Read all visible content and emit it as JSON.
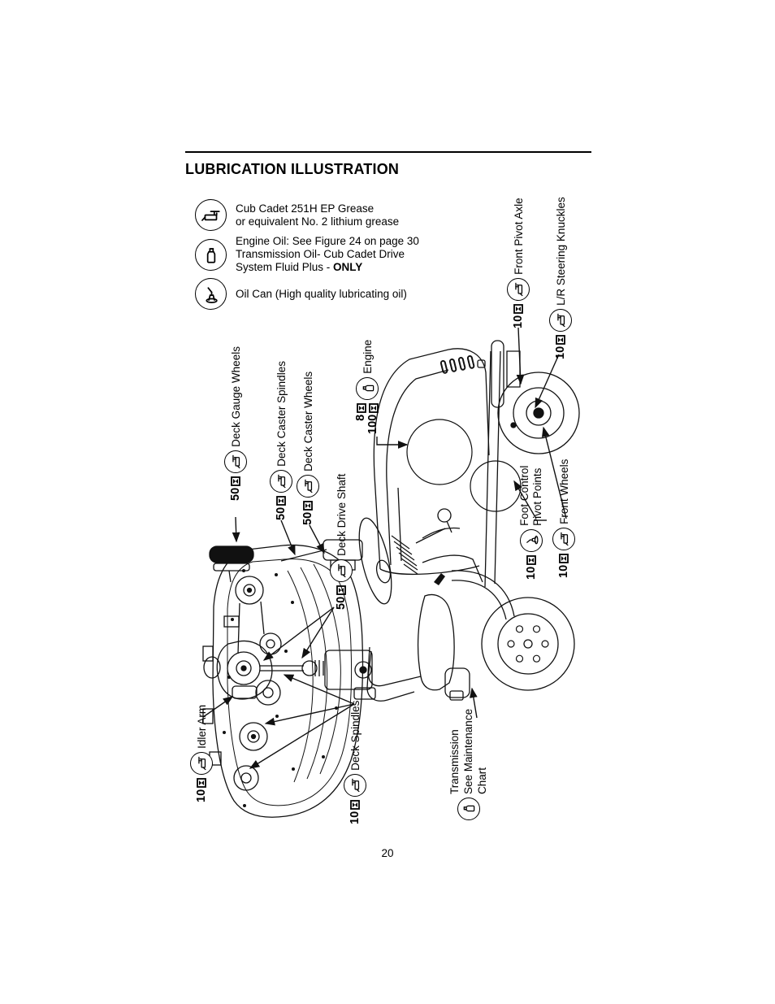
{
  "document": {
    "title": "LUBRICATION ILLUSTRATION",
    "page_number": "20"
  },
  "colors": {
    "ink": "#000000",
    "paper": "#ffffff"
  },
  "legend": {
    "items": [
      {
        "icon": "grease-gun",
        "lines": [
          "Cub Cadet 251H EP Grease",
          "or equivalent No. 2 lithium grease"
        ]
      },
      {
        "icon": "oil-bottle",
        "lines": [
          "Engine Oil: See Figure 24 on page 30",
          "Transmission Oil- Cub Cadet Drive",
          "System Fluid Plus - "
        ],
        "emphasis": "ONLY"
      },
      {
        "icon": "oil-can",
        "lines": [
          "Oil Can (High quality lubricating oil)"
        ]
      }
    ]
  },
  "units": {
    "interval_icon": "hours"
  },
  "callouts": [
    {
      "id": "front-pivot-axle",
      "label": "Front Pivot Axle",
      "interval": "10",
      "icon": "grease-gun"
    },
    {
      "id": "lr-steering-knuckles",
      "label": "L/R Steering Knuckles",
      "interval": "10",
      "icon": "grease-gun"
    },
    {
      "id": "engine",
      "label": "Engine",
      "intervals": [
        "8",
        "100"
      ],
      "icon": "oil-bottle"
    },
    {
      "id": "deck-gauge-wheels",
      "label": "Deck Gauge Wheels",
      "interval": "50",
      "icon": "grease-gun"
    },
    {
      "id": "deck-caster-spindles",
      "label": "Deck Caster Spindles",
      "interval": "50",
      "icon": "grease-gun"
    },
    {
      "id": "deck-caster-wheels",
      "label": "Deck Caster Wheels",
      "interval": "50",
      "icon": "grease-gun"
    },
    {
      "id": "deck-drive-shaft",
      "label": "Deck Drive Shaft",
      "interval": "50",
      "icon": "grease-gun"
    },
    {
      "id": "foot-control-pivot-points",
      "lines": [
        "Foot Control",
        "Pivot Points"
      ],
      "interval": "10",
      "icon": "oil-can"
    },
    {
      "id": "front-wheels",
      "label": "Front Wheels",
      "interval": "10",
      "icon": "grease-gun"
    },
    {
      "id": "idler-arm",
      "label": "Idler Arm",
      "interval": "10",
      "icon": "grease-gun"
    },
    {
      "id": "deck-spindles",
      "label": "Deck Spindles",
      "interval": "10",
      "icon": "grease-gun"
    },
    {
      "id": "transmission",
      "lines": [
        "Transmission",
        "See Maintenance",
        "Chart"
      ],
      "icon": "oil-bottle"
    }
  ]
}
